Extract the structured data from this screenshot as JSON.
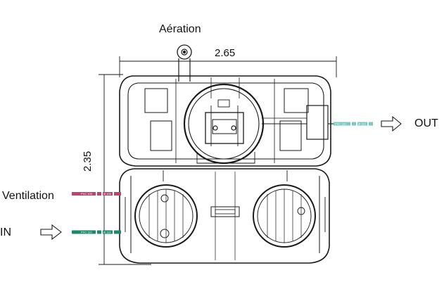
{
  "labels": {
    "aeration": "Aération",
    "width": "2.65",
    "depth": "2.35",
    "out": "OUT",
    "ventilation": "Ventilation",
    "in": "IN"
  },
  "pipes": {
    "out_tags": [
      "PVC 110",
      "Ø 110"
    ],
    "ventilation_tags": [
      "PVC 100",
      "Ø 100"
    ],
    "in_tags": [
      "PVC 110",
      "Ø 110"
    ]
  },
  "colors": {
    "line": "#1a1a1a",
    "pipe_out": "#7cc7c0",
    "pipe_ventilation": "#c0406e",
    "pipe_in": "#1c8a6a"
  },
  "icons": {
    "arrow": "outline-arrow-right"
  }
}
